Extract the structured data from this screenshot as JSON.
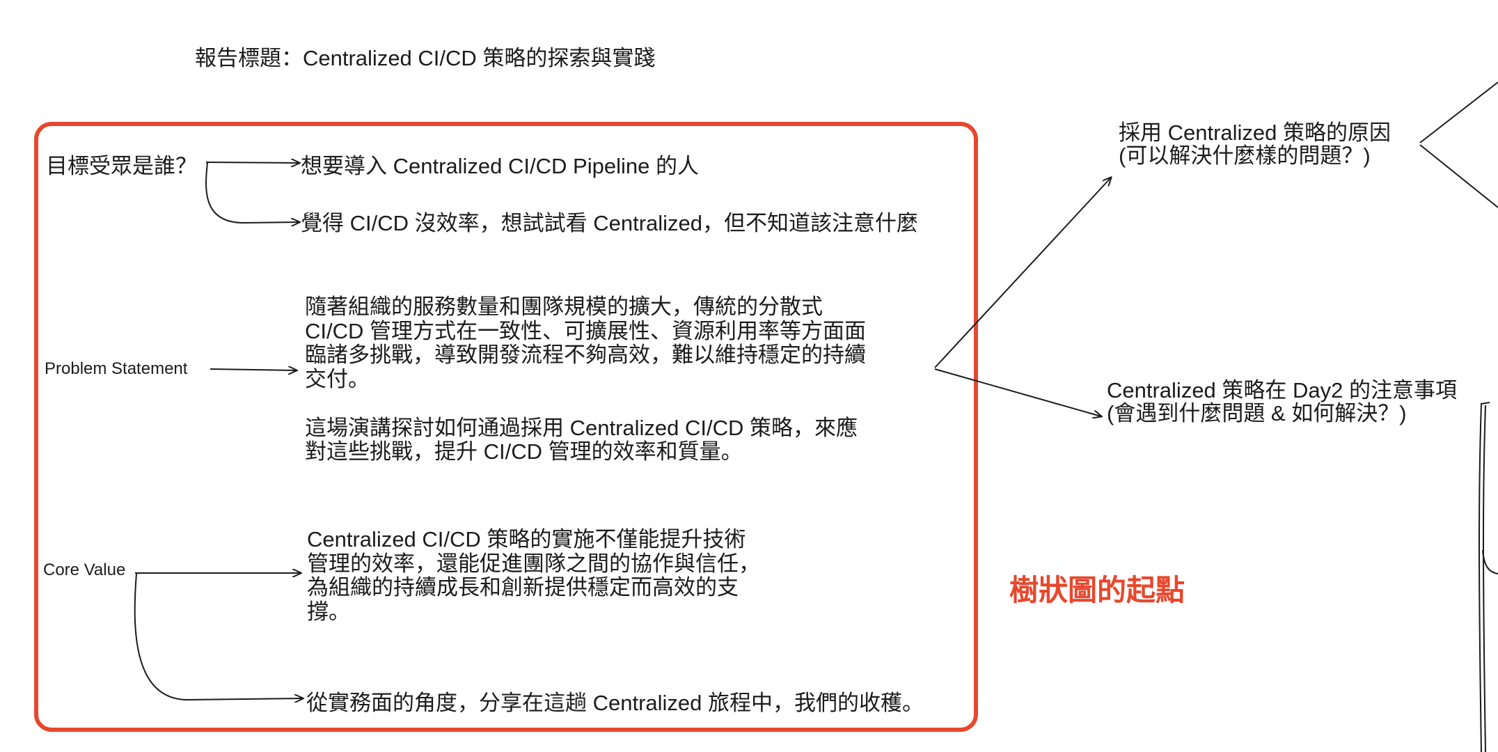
{
  "report_title": "報告標題：Centralized CI/CD 策略的探索與實踐",
  "audience": {
    "label": "目標受眾是誰？",
    "items": [
      "想要導入 Centralized CI/CD Pipeline 的人",
      "覺得 CI/CD 沒效率，想試試看 Centralized，但不知道該注意什麼"
    ]
  },
  "problem": {
    "label": "Problem Statement",
    "text": "隨著組織的服務數量和團隊規模的擴大，傳統的分散式\nCI/CD 管理方式在一致性、可擴展性、資源利用率等方面面\n臨諸多挑戰，導致開發流程不夠高效，難以維持穩定的持續\n交付。\n\n這場演講探討如何通過採用 Centralized CI/CD 策略，來應\n對這些挑戰，提升 CI/CD 管理的效率和質量。"
  },
  "core_value": {
    "label": "Core Value",
    "text": "Centralized CI/CD 策略的實施不僅能提升技術\n管理的效率，還能促進團隊之間的協作與信任，\n為組織的持續成長和創新提供穩定而高效的支\n撐。",
    "second": "從實務面的角度，分享在這趟 Centralized 旅程中，我們的收穫。"
  },
  "tree_start": "樹狀圖的起點",
  "branches": {
    "reason": "採用 Centralized 策略的原因\n(可以解決什麼樣的問題？)",
    "day2": "Centralized 策略在 Day2 的注意事項\n(會遇到什麼問題 & 如何解決？)"
  },
  "colors": {
    "frame": "#e8472d",
    "ink": "#1b1b1b"
  }
}
